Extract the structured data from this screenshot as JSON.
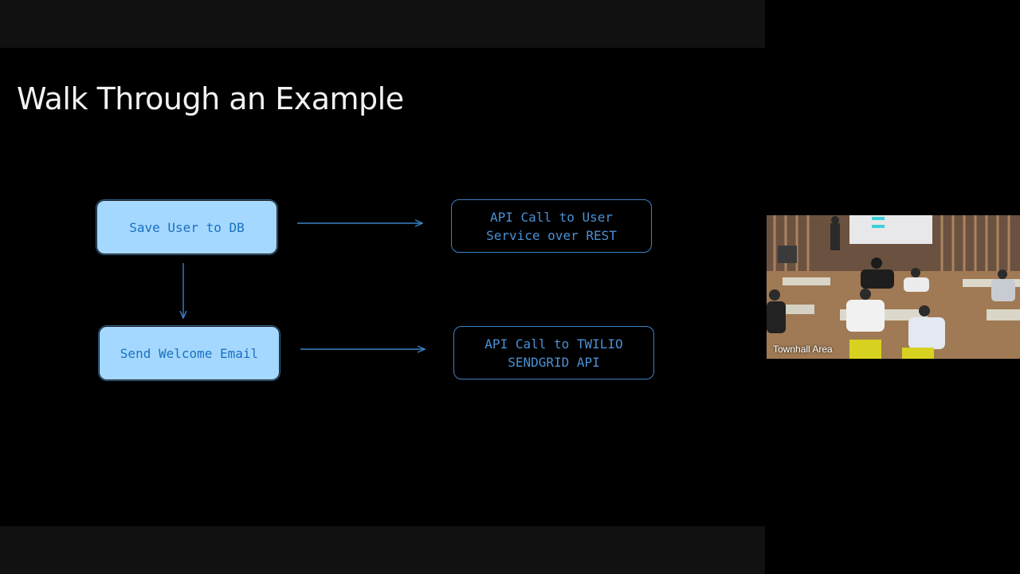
{
  "slide": {
    "title": "Walk Through an Example",
    "nodes": {
      "save_user": "Save User to DB",
      "send_email": "Send Welcome Email",
      "user_service": "API Call to User Service over REST",
      "sendgrid": "API Call to TWILIO SENDGRID API"
    }
  },
  "video": {
    "participant_name": "Townhall Area"
  },
  "colors": {
    "node_fill": "#a5d8ff",
    "node_text": "#1971c2",
    "arrow": "#3b82c4",
    "background": "#000000"
  }
}
